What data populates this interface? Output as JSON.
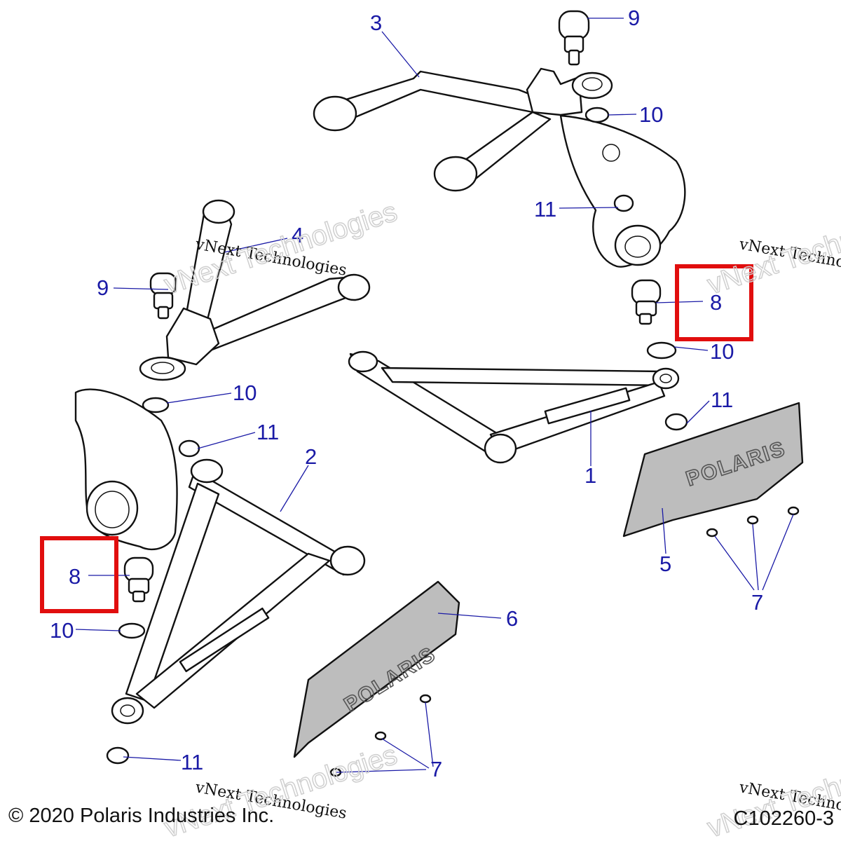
{
  "callouts": {
    "c1": "1",
    "c2": "2",
    "c3": "3",
    "c4": "4",
    "c5": "5",
    "c6": "6",
    "c7a": "7",
    "c7b": "7",
    "c8a": "8",
    "c8b": "8",
    "c9a": "9",
    "c9b": "9",
    "c10a": "10",
    "c10b": "10",
    "c10c": "10",
    "c10d": "10",
    "c11a": "11",
    "c11b": "11",
    "c11c": "11",
    "c11d": "11"
  },
  "brand": {
    "label": "POLARIS"
  },
  "watermark": {
    "small": "vNext Technologies",
    "small_partial": "vNext Techno",
    "big": "vNext Technologies",
    "big_partial": "vNext Technol"
  },
  "footer": {
    "copyright": "© 2020 Polaris Industries Inc.",
    "drawing_number": "C102260-3"
  },
  "colors": {
    "callout": "#1a1aa6",
    "highlight": "#e10e0e",
    "guard_fill": "#bdbdbd"
  }
}
